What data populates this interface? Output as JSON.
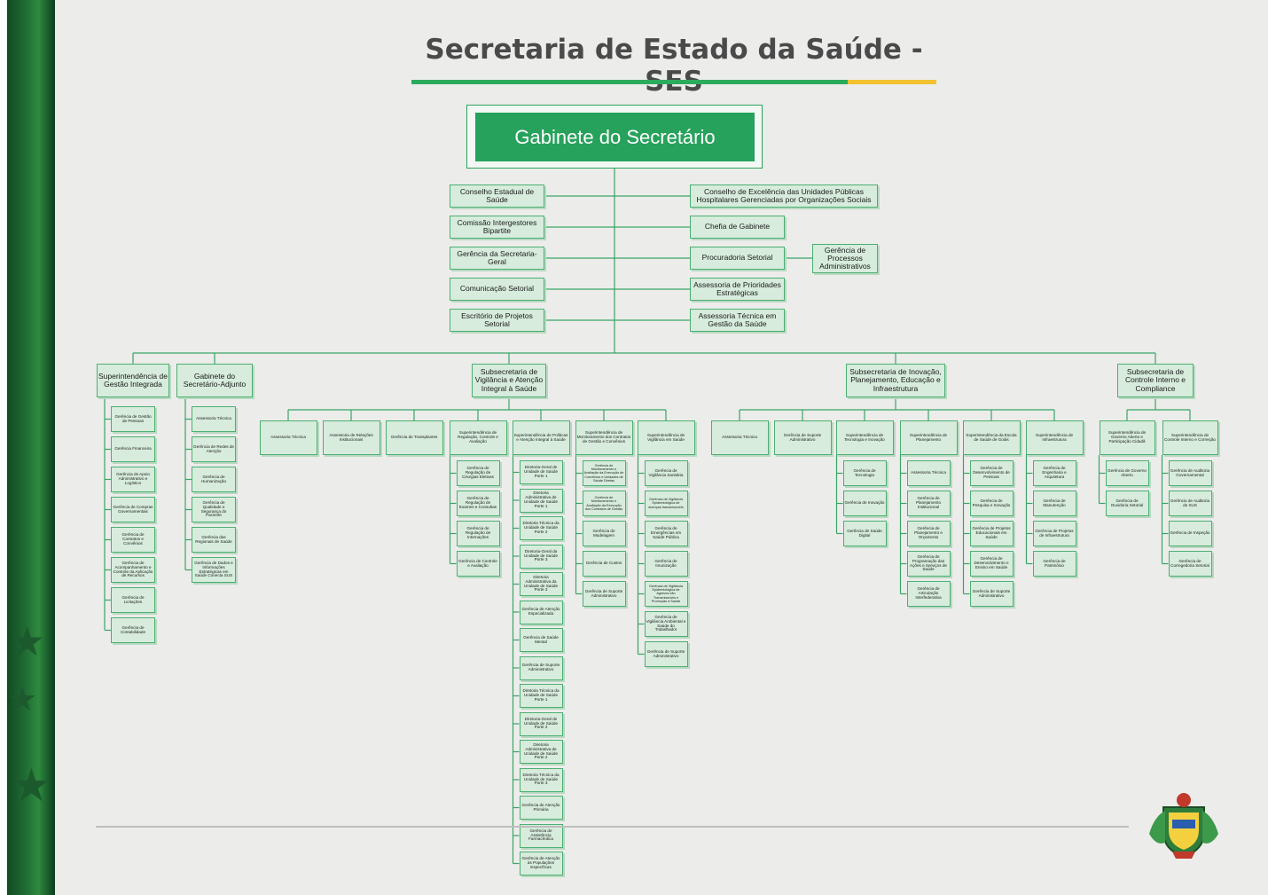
{
  "title": "Secretaria de Estado da Saúde - SES",
  "colors": {
    "accent": "#2cab5e",
    "accent_yellow": "#f2c230",
    "box_fill": "#d7ecdc",
    "box_border": "#4caf73",
    "band": "#1f6b33"
  },
  "org": {
    "root": "Gabinete do Secretário",
    "left_units": [
      "Conselho Estadual de Saúde",
      "Comissão Intergestores Bipartite",
      "Gerência da Secretaria-Geral",
      "Comunicação Setorial",
      "Escritório de Projetos Setorial"
    ],
    "right_units": [
      "Conselho de Excelência das Unidades Públicas Hospitalares Gerenciadas por Organizações Sociais",
      "Chefia de Gabinete",
      "Procuradoria Setorial",
      "Assessoria de Prioridades Estratégicas",
      "Assessoria Técnica em Gestão da Saúde"
    ],
    "procuradoria_child": "Gerência de Processos Administrativos",
    "top_level": [
      {
        "label": "Superintendência de Gestão Integrada",
        "children": [
          "Gerência de Gestão de Pessoas",
          "Gerência Financeira",
          "Gerência de Apoio Administrativo e Logístico",
          "Gerência de Compras Governamentais",
          "Gerência de Contratos e Convênios",
          "Gerência de Acompanhamento e Controle da Aplicação de Recursos",
          "Gerência de Licitações",
          "Gerência de Contabilidade"
        ]
      },
      {
        "label": "Gabinete do Secretário-Adjunto",
        "children": [
          "Assessoria Técnica",
          "Gerência de Redes de Atenção",
          "Gerência de Humanização",
          "Gerência de Qualidade e Segurança do Paciente",
          "Gerência das Regionais de Saúde",
          "Gerência de Dados e Informações Estratégicas em Saúde Conecta SUS"
        ]
      },
      {
        "label": "Subsecretaria de Vigilância e Atenção Integral à Saúde",
        "children": [
          {
            "label": "Assessoria Técnica",
            "children": []
          },
          {
            "label": "Assessoria de Relações Institucionais",
            "children": []
          },
          {
            "label": "Gerência de Transplantes",
            "children": []
          },
          {
            "label": "Superintendência de Regulação, Controle e Avaliação",
            "children": [
              "Gerência de Regulação de Cirurgias Eletivas",
              "Gerência de Regulação de Exames e Consultas",
              "Gerência de Regulação de Internações",
              "Gerência de Controle e Avaliação"
            ]
          },
          {
            "label": "Superintendência de Políticas e Atenção Integral à Saúde",
            "children": [
              "Diretoria-Geral de Unidade de Saúde Porte 1",
              "Diretoria Administrativa de Unidade de Saúde Porte 1",
              "Diretoria Técnica da Unidade de Saúde Porte 2",
              "Diretoria-Geral da Unidade de Saúde Porte 3",
              "Diretoria Administrativa da Unidade de Saúde Porte 3",
              "Gerência de Atenção Especializada",
              "Gerência de Saúde Mental",
              "Gerência de Suporte Administrativo",
              "Diretoria Técnica da Unidade de Saúde Porte 1",
              "Diretoria-Geral de Unidade de Saúde Porte 2",
              "Diretoria Administrativa de Unidade de Saúde Porte 2",
              "Diretoria Técnica da Unidade de Saúde Porte 3",
              "Gerência de Atenção Primária",
              "Gerência de Assistência Farmacêutica",
              "Gerência de Atenção às Populações Específicas"
            ]
          },
          {
            "label": "Superintendência de Monitoramento dos Contratos de Gestão e Convênios",
            "children": [
              "Gerência de Monitoramento e Avaliação da Execução de Convênios e Unidades de Saúde Diretas",
              "Gerência de Monitoramento e Avaliação da Execução dos Contratos de Gestão",
              "Gerência de Modelagem",
              "Gerência de Custos",
              "Gerência de Suporte Administrativo"
            ]
          },
          {
            "label": "Superintendência de Vigilância em Saúde",
            "children": [
              "Gerência de Vigilância Sanitária",
              "Gerência de Vigilância Epidemiológica de doenças transmissíveis",
              "Gerência de Emergências em Saúde Pública",
              "Gerência de Imunização",
              "Gerência de Vigilância Epidemiológica de Agravos não Transmissíveis e Promoção à Saúde",
              "Gerência de Vigilância Ambiental e Saúde do Trabalhador",
              "Gerência de Suporte Administrativo"
            ]
          }
        ]
      },
      {
        "label": "Subsecretaria de Inovação, Planejamento, Educação e Infraestrutura",
        "children": [
          {
            "label": "Assessoria Técnica",
            "children": []
          },
          {
            "label": "Gerência de Suporte Administrativo",
            "children": []
          },
          {
            "label": "Superintendência de Tecnologia e Inovação",
            "children": [
              "Gerência de Tecnologia",
              "Gerência de Inovação",
              "Gerência de Saúde Digital"
            ]
          },
          {
            "label": "Superintendência de Planejamento",
            "children": [
              "Assessoria Técnica",
              "Gerência de Planejamento Institucional",
              "Gerência de Planejamento e Orçamento",
              "Gerência de Programação das Ações e Serviços de Saúde",
              "Gerência de Articulação Interfederativa"
            ]
          },
          {
            "label": "Superintendência da Escola de Saúde de Goiás",
            "children": [
              "Gerência de Desenvolvimento de Pessoas",
              "Gerência de Pesquisa e Inovação",
              "Gerência de Projetos Educacionais em Saúde",
              "Gerência de Desenvolvimento e Ensino em Saúde",
              "Gerência de Suporte Administrativo"
            ]
          },
          {
            "label": "Superintendência de Infraestrutura",
            "children": [
              "Gerência de Engenharia e Arquitetura",
              "Gerência de Manutenção",
              "Gerência de Projetos de Infraestrutura",
              "Gerência de Patrimônio"
            ]
          }
        ]
      },
      {
        "label": "Subsecretaria de Controle Interno e Compliance",
        "children": [
          {
            "label": "Superintendência de Governo Aberto e Participação Cidadã",
            "children": [
              "Gerência de Governo Aberto",
              "Gerência de Ouvidoria Setorial"
            ]
          },
          {
            "label": "Superintendência de Controle Interno e Correição",
            "children": [
              "Gerência de Auditoria Governamental",
              "Gerência de Auditoria do SUS",
              "Gerência de Inspeção",
              "Gerência de Corregedoria Setorial"
            ]
          }
        ]
      }
    ]
  }
}
